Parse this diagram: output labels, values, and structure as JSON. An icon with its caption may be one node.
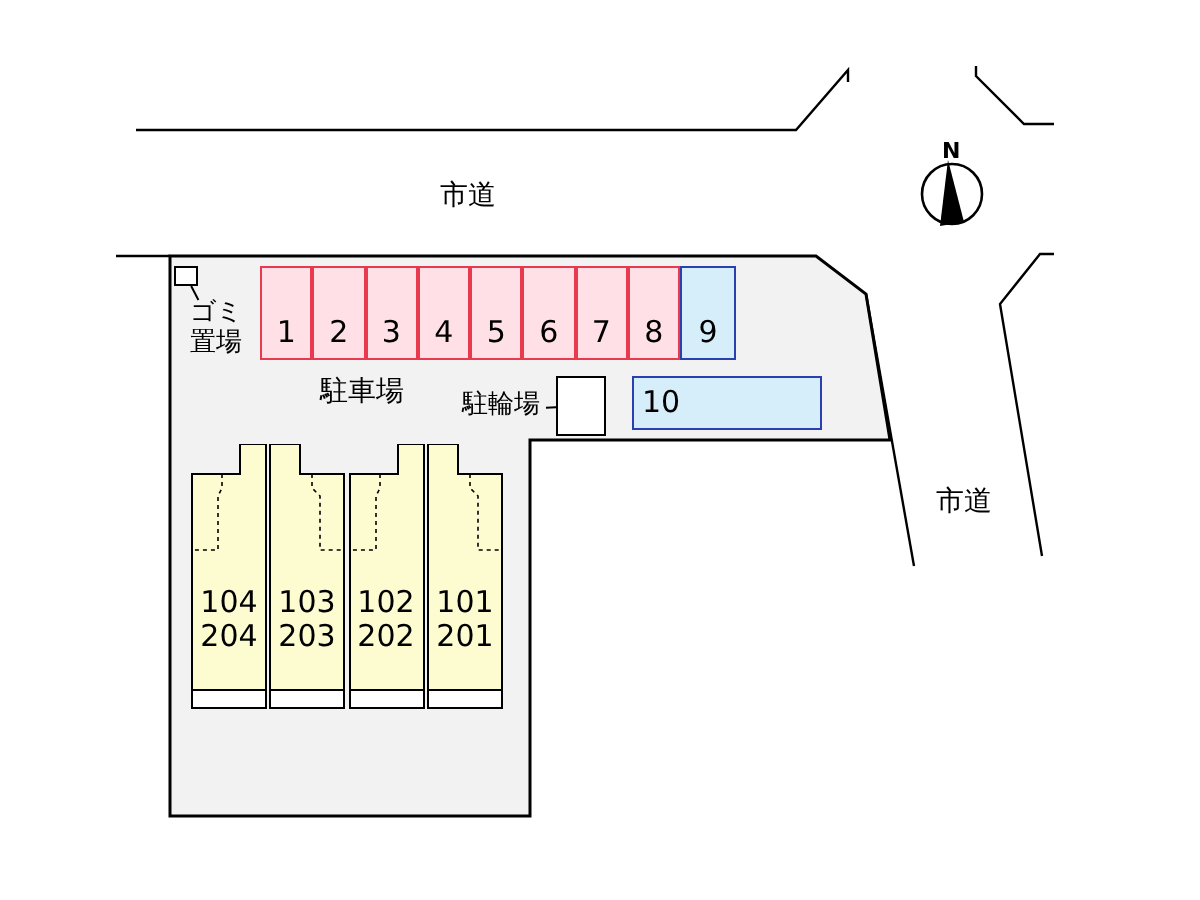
{
  "diagram": {
    "nodes": [
      {
        "text": [
          "1"
        ]
      },
      {
        "text": [
          "2"
        ]
      },
      {
        "text": [
          "3"
        ]
      },
      {
        "text": [
          "4"
        ]
      },
      {
        "text": [
          "5"
        ]
      },
      {
        "text": [
          "6"
        ]
      },
      {
        "text": [
          "7"
        ]
      },
      {
        "text": [
          "8"
        ]
      },
      {
        "text": [
          "9"
        ]
      },
      {
        "text": [
          "10"
        ]
      },
      {
        "text": [],
        "shape": "box"
      },
      {
        "text": [
          "ゴミ置場"
        ]
      },
      {
        "text": [],
        "shape": "box"
      },
      {
        "text": [
          "駐輪場"
        ]
      },
      {
        "text": [
          "104",
          "204"
        ]
      },
      {
        "text": [
          "103",
          "203"
        ]
      },
      {
        "text": [
          "102",
          "202"
        ]
      },
      {
        "text": [
          "101",
          "201"
        ]
      }
    ],
    "edges": [
      {
        "from": 11,
        "to": 10,
        "arrow": "none"
      },
      {
        "from": 13,
        "to": 12,
        "arrow": "none"
      }
    ],
    "labels": [
      "市道",
      "N",
      "駐車場",
      "市道"
    ]
  }
}
